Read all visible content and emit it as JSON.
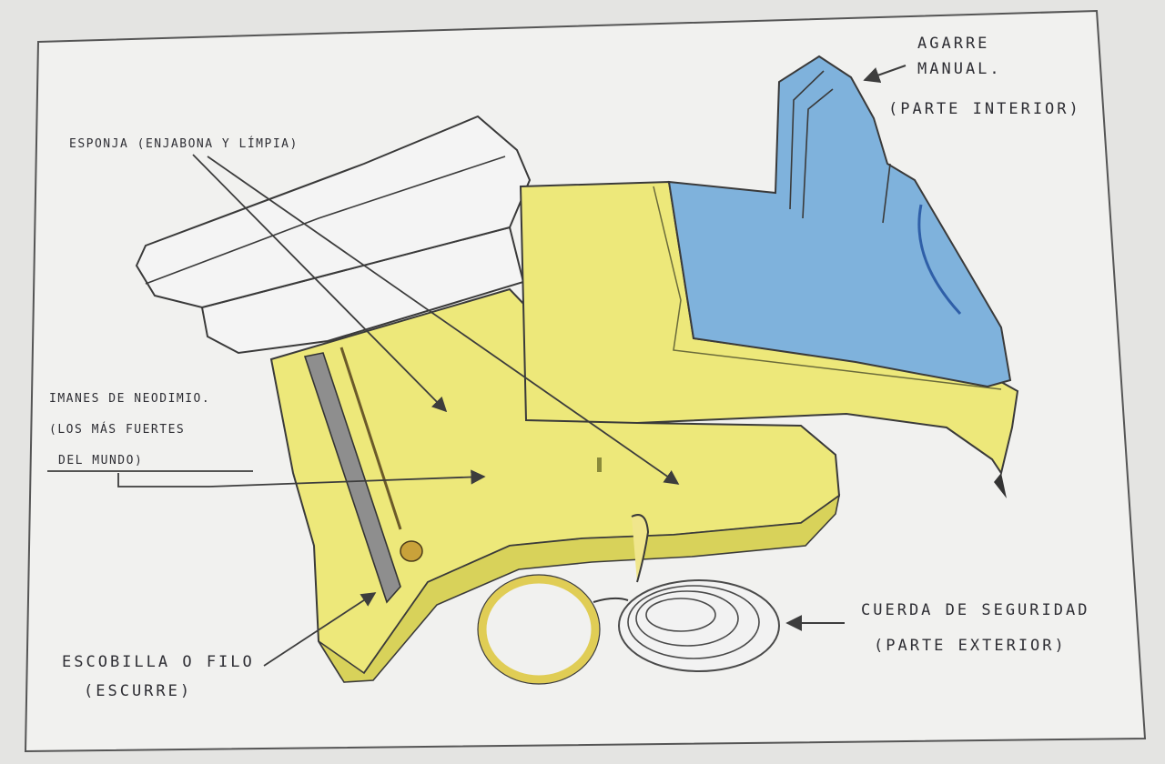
{
  "labels": {
    "agarre_line1": "Agarre",
    "agarre_line2": "Manual.",
    "agarre_line3": "(Parte interior)",
    "esponja": "Esponja (enjabona y límpia)",
    "imanes_line1": "Imanes de neodimio.",
    "imanes_line2": "(los más fuertes",
    "imanes_line3": "del mundo)",
    "escobilla_line1": "Escobilla o filo",
    "escobilla_line2": "(escurre)",
    "cuerda_line1": "Cuerda de seguridad",
    "cuerda_line2": "(Parte exterior)"
  },
  "colors": {
    "paper": "#f1f1ef",
    "yellow": "#ede87a",
    "yellow_dark": "#d8d25a",
    "blue": "#7fb2dc",
    "blue_dark": "#4f86c0",
    "sponge": "#f4f4f4",
    "gray_blade": "#8e8e8e",
    "pencil": "#3a3a3a"
  }
}
